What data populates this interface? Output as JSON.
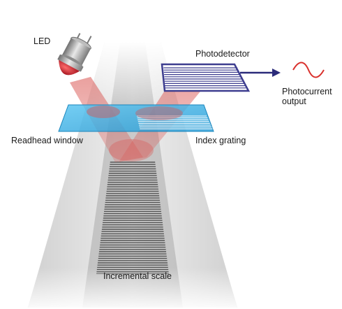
{
  "labels": {
    "led": "LED",
    "photodetector": "Photodetector",
    "photocurrent_line1": "Photocurrent",
    "photocurrent_line2": "output",
    "readhead_window": "Readhead window",
    "index_grating": "Index grating",
    "incremental_scale": "Incremental scale"
  },
  "colors": {
    "light_beam": "#d9534f",
    "window_glass": "#29a9e0",
    "photodetector": "#3d3d8f",
    "arrow": "#2b2b7a",
    "signal_wave": "#d9302c",
    "scale_band": "#c8c8c8",
    "scale_lines": "#555555",
    "led_body": "#9a9a9a",
    "led_lens": "#c0202a"
  },
  "icons": {
    "led": "led-emitter-icon",
    "output_arrow": "arrow-right-icon",
    "signal": "sine-wave-icon"
  }
}
